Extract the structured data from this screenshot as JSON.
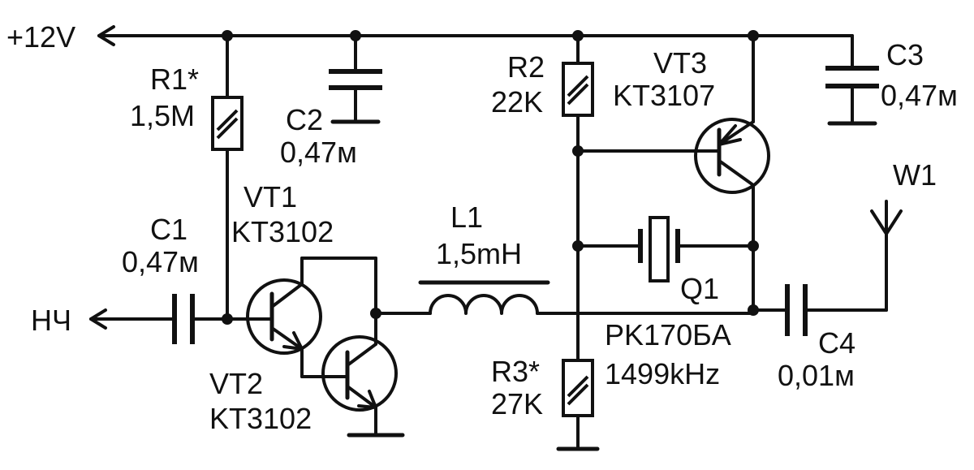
{
  "labels": {
    "supply": "+12V",
    "audio_out": "НЧ",
    "r1_name": "R1*",
    "r1_value": "1,5M",
    "c1_name": "C1",
    "c1_value": "0,47м",
    "c2_name": "C2",
    "c2_value": "0,47м",
    "vt1_name": "VT1",
    "vt1_type": "KT3102",
    "vt2_name": "VT2",
    "vt2_type": "KT3102",
    "l1_name": "L1",
    "l1_value": "1,5mH",
    "r2_name": "R2",
    "r2_value": "22K",
    "vt3_name": "VT3",
    "vt3_type": "KT3107",
    "c3_name": "C3",
    "c3_value": "0,47м",
    "q1_name": "Q1",
    "q1_type": "PK170БA",
    "q1_freq": "1499kHz",
    "r3_name": "R3*",
    "r3_value": "27K",
    "c4_name": "C4",
    "c4_value": "0,01м",
    "antenna_name": "W1"
  }
}
